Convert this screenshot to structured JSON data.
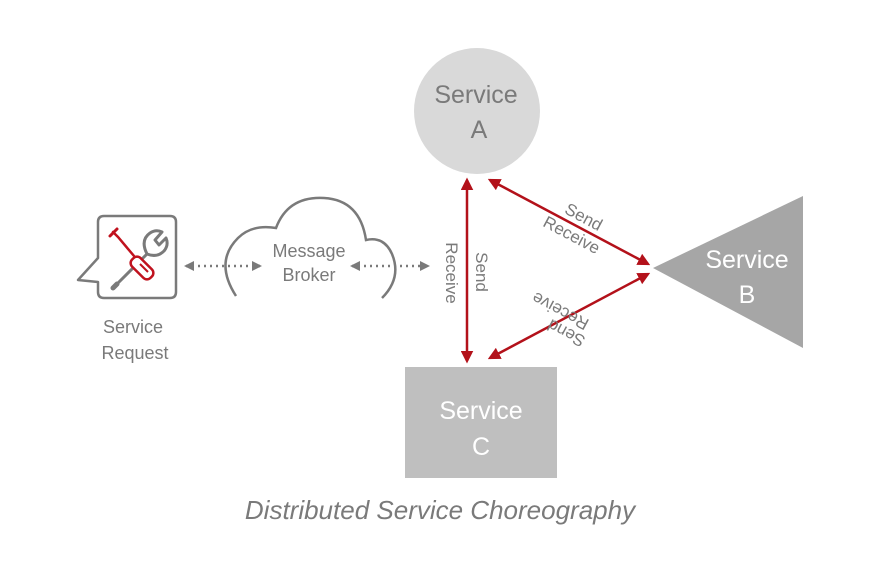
{
  "title": "Distributed Service Choreography",
  "colors": {
    "arrow": "#b3111a",
    "text_gray": "#7a7a7a",
    "service_a_fill": "#d9d9d9",
    "service_b_fill": "#a6a6a6",
    "service_c_fill": "#bfbfbf",
    "icon_stroke": "#7a7a7a",
    "icon_accent": "#c0121e"
  },
  "nodes": {
    "service_request": {
      "line1": "Service",
      "line2": "Request",
      "icon": "wrench-screwdriver-icon"
    },
    "message_broker": {
      "line1": "Message",
      "line2": "Broker",
      "icon": "cloud-icon"
    },
    "service_a": {
      "line1": "Service",
      "line2": "A",
      "shape": "circle"
    },
    "service_b": {
      "line1": "Service",
      "line2": "B",
      "shape": "triangle"
    },
    "service_c": {
      "line1": "Service",
      "line2": "C",
      "shape": "rectangle"
    }
  },
  "edges": {
    "request_broker": {
      "style": "dotted",
      "direction": "bidirectional"
    },
    "broker_out": {
      "style": "dotted",
      "direction": "bidirectional"
    },
    "a_c": {
      "label_send": "Send",
      "label_receive": "Receive",
      "direction": "bidirectional"
    },
    "a_b": {
      "label_send": "Send",
      "label_receive": "Receive",
      "direction": "bidirectional"
    },
    "c_b": {
      "label_send": "Send",
      "label_receive": "Receive",
      "direction": "bidirectional"
    }
  }
}
